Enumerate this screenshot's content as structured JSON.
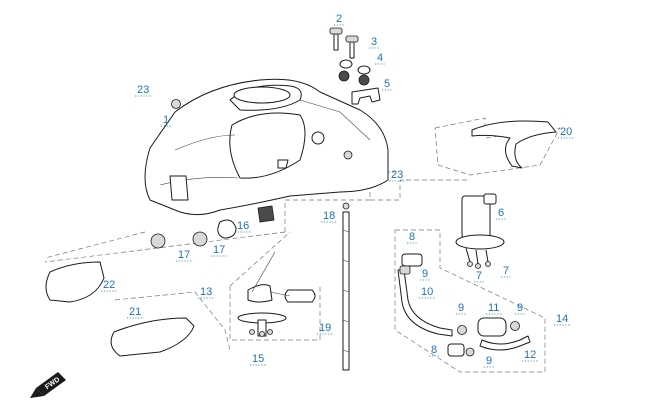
{
  "diagram": {
    "callouts": [
      {
        "id": "c1",
        "label": "1"
      },
      {
        "id": "c2",
        "label": "2"
      },
      {
        "id": "c3",
        "label": "3"
      },
      {
        "id": "c4",
        "label": "4"
      },
      {
        "id": "c5",
        "label": "5"
      },
      {
        "id": "c6",
        "label": "6"
      },
      {
        "id": "c7a",
        "label": "7"
      },
      {
        "id": "c7b",
        "label": "7"
      },
      {
        "id": "c8a",
        "label": "8"
      },
      {
        "id": "c8b",
        "label": "8"
      },
      {
        "id": "c9a",
        "label": "9"
      },
      {
        "id": "c9b",
        "label": "9"
      },
      {
        "id": "c9c",
        "label": "9"
      },
      {
        "id": "c9d",
        "label": "9"
      },
      {
        "id": "c10",
        "label": "10"
      },
      {
        "id": "c11",
        "label": "11"
      },
      {
        "id": "c12",
        "label": "12"
      },
      {
        "id": "c13",
        "label": "13"
      },
      {
        "id": "c14",
        "label": "14"
      },
      {
        "id": "c15",
        "label": "15"
      },
      {
        "id": "c16",
        "label": "16"
      },
      {
        "id": "c17a",
        "label": "17"
      },
      {
        "id": "c17b",
        "label": "17"
      },
      {
        "id": "c18",
        "label": "18"
      },
      {
        "id": "c19",
        "label": "19"
      },
      {
        "id": "c20",
        "label": "20"
      },
      {
        "id": "c21",
        "label": "21"
      },
      {
        "id": "c22",
        "label": "22"
      },
      {
        "id": "c23a",
        "label": "23"
      },
      {
        "id": "c23b",
        "label": "23"
      }
    ],
    "fwd_label": "FWD",
    "colors": {
      "callout": "#1f72b8",
      "line": "#1b1b1b",
      "group_line": "#777777"
    }
  }
}
